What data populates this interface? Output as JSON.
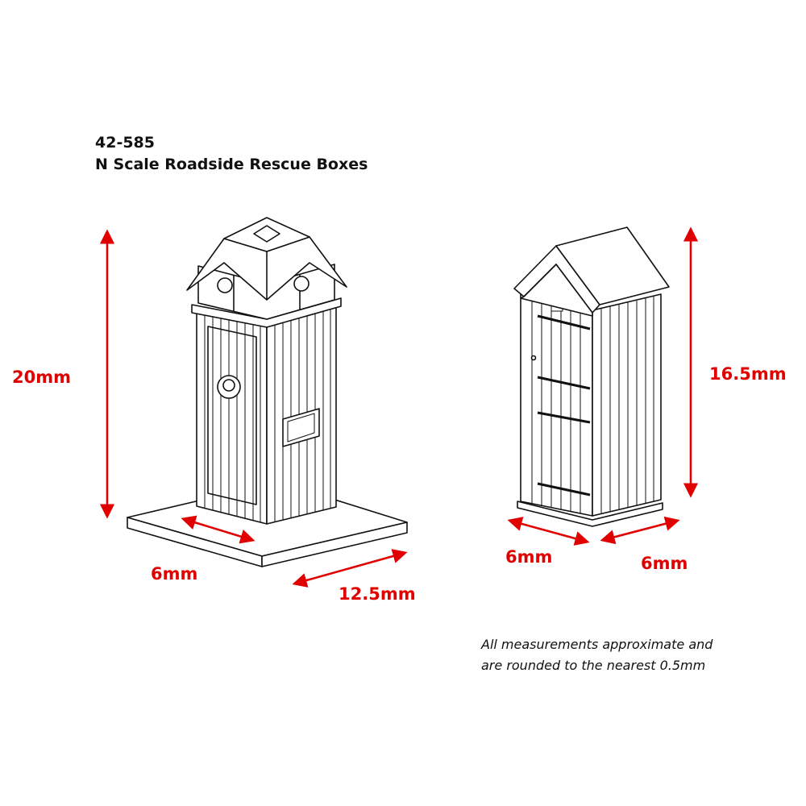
{
  "product": {
    "code": "42-585",
    "name": "N Scale Roadside Rescue Boxes"
  },
  "dimensions": {
    "box1_height": "20mm",
    "box1_depth": "6mm",
    "box1_base_width": "12.5mm",
    "box2_height": "16.5mm",
    "box2_depth_left": "6mm",
    "box2_depth_right": "6mm"
  },
  "note": {
    "line1": "All measurements approximate and",
    "line2": "are rounded to the nearest 0.5mm"
  },
  "colors": {
    "dimension": "#e00000",
    "line": "#111111"
  }
}
